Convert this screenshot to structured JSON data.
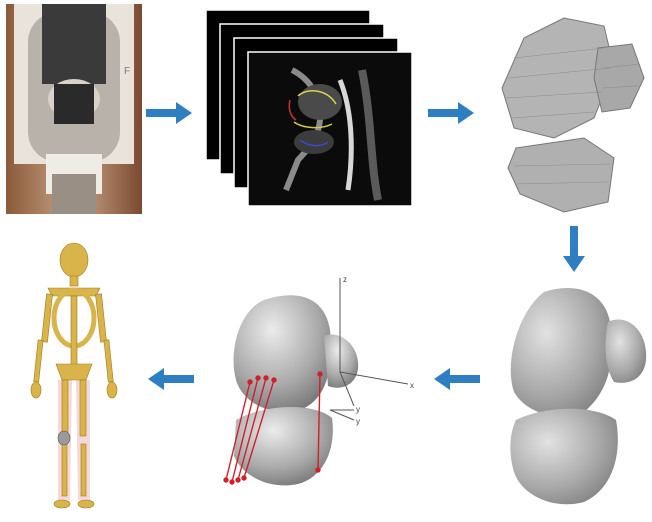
{
  "figure": {
    "steps": [
      {
        "id": "mri-scanner-photo",
        "label": ""
      },
      {
        "id": "mri-slice-stack",
        "label": ""
      },
      {
        "id": "voxel-segmentation-model",
        "label": ""
      },
      {
        "id": "smoothed-surface-model",
        "label": ""
      },
      {
        "id": "knee-joint-coordinate-model",
        "label": ""
      },
      {
        "id": "full-body-musculoskeletal-model",
        "label": ""
      }
    ],
    "axis_labels": {
      "z": "z",
      "y1": "y",
      "y2": "y",
      "x": "x"
    },
    "scanner_text": "F",
    "colors": {
      "arrow": "#2e7fc2",
      "bone_gray": "#b4b4b4",
      "skeleton_gold": "#d9b44a",
      "ligament_red": "#d0202a",
      "mri_background": "#000000"
    }
  }
}
